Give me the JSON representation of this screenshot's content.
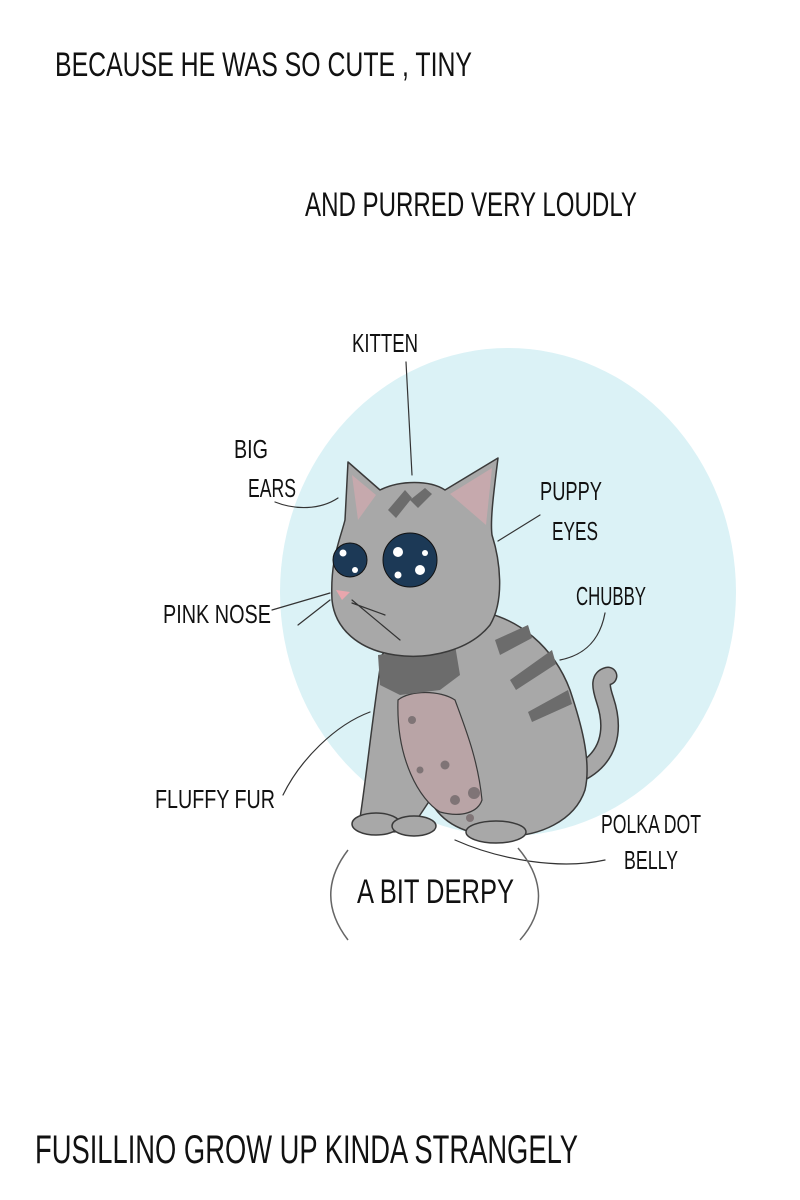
{
  "captions": {
    "top_line_1": "BECAUSE HE WAS SO CUTE , TINY",
    "top_line_2": "AND PURRED VERY LOUDLY",
    "bottom_line": "FUSILLINO GROW UP KINDA STRANGELY"
  },
  "labels": {
    "kitten": "KITTEN",
    "big": "BIG",
    "ears": "EARS",
    "puppy": "PUPPY",
    "eyes": "EYES",
    "chubby": "CHUBBY",
    "pink_nose": "PINK NOSE",
    "fluffy_fur": "FLUFFY FUR",
    "polka_dot": "POLKA DOT",
    "belly": "BELLY",
    "a_bit_derpy": "A BIT DERPY"
  },
  "colors": {
    "background_circle": "#dbf2f6",
    "fur": "#a8a8a8",
    "stripes": "#6c6c6c",
    "belly": "#b9a4a6",
    "eyes": "#1c3956",
    "ear_inner": "#c6a9ad"
  }
}
